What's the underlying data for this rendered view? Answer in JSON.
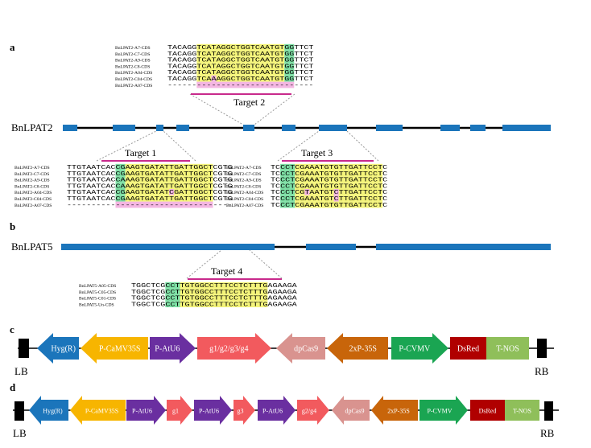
{
  "panels": {
    "a": "a",
    "b": "b",
    "c": "c",
    "d": "d"
  },
  "genes": {
    "lpat2": "BnLPAT2",
    "lpat5": "BnLPAT5"
  },
  "targets": {
    "t1": "Target 1",
    "t2": "Target 2",
    "t3": "Target 3",
    "t4": "Target 4"
  },
  "colors": {
    "exon": "#1b75bb",
    "highlight": "#f4f47a",
    "pam": "#7ddfa4",
    "mutation": "#f4b6e2",
    "target_line": "#c82a8c",
    "hyg": "#1b75bb",
    "camv": "#f7b500",
    "atu6": "#6a2fa0",
    "grna": "#f25a5e",
    "dpcas9": "#d9938f",
    "p35s": "#c8650a",
    "cvmv": "#1aa552",
    "dsred": "#b00000",
    "tnos": "#8fbf5a",
    "border": "#000000"
  },
  "alignments": {
    "target2": {
      "rows": [
        {
          "label": "BnLPAT2-A7-CDS",
          "seq": "TACAGGTCATAGGCTGGTCAATGTGGTTCT"
        },
        {
          "label": "BnLPAT2-C7-CDS",
          "seq": "TACAGGTCATAGGCTGGTCAATGTGGTTCT"
        },
        {
          "label": "BnLPAT2-A9-CDS",
          "seq": "TACAGGTCATAGGCTGGTCAATGTGGTTCT"
        },
        {
          "label": "BnLPAT2-C8-CDS",
          "seq": "TACAGGTCATAGGCTGGTCAATGTGGTTCT"
        },
        {
          "label": "BnLPAT2-A04-CDS",
          "seq": "TACAGGTCATAGGCTGGTCAATGTGGTTCT"
        },
        {
          "label": "BnLPAT2-C04-CDS",
          "seq": "TACAGGTCAAAGGCTGGTCAATGTGGTTCT"
        },
        {
          "label": "BnLPAT2-A07-CDS",
          "seq": "------------------------------"
        }
      ]
    },
    "target1": {
      "rows": [
        {
          "label": "BnLPAT2-A7-CDS",
          "seq": "TTGTAATCACCGAAGTGATATTGATTGGCTCGTG"
        },
        {
          "label": "BnLPAT2-C7-CDS",
          "seq": "TTGTAATCACCGAAGTGATATTGATTGGCTCGTG"
        },
        {
          "label": "BnLPAT2-A9-CDS",
          "seq": "TTGTAATCACCAAAGTGATATTGATTGGCTCGTG"
        },
        {
          "label": "BnLPAT2-C8-CDS",
          "seq": "TTGTAATCACCAAAGTGATATTGATTGGCTCGTG"
        },
        {
          "label": "BnLPAT2-A04-CDS",
          "seq": "TTGTAATCACCGAAGTGATATCGATTGGCTCGTG"
        },
        {
          "label": "BnLPAT2-C04-CDS",
          "seq": "TTGTAATCACCGAAGTGATATTGATTGGCTCGTG"
        },
        {
          "label": "BnLPAT2-A07-CDS",
          "seq": "----------------------------------"
        }
      ]
    },
    "target3": {
      "rows": [
        {
          "label": "BnLPAT2-A7-CDS",
          "seq": "TCCCTCGAAATGTGTTGATTCCTC"
        },
        {
          "label": "BnLPAT2-C7-CDS",
          "seq": "TCCCTCGAAATGTGTTGATTCCTC"
        },
        {
          "label": "BnLPAT2-A9-CDS",
          "seq": "TCCCTCGAAATGTGTTGATTCCTC"
        },
        {
          "label": "BnLPAT2-C8-CDS",
          "seq": "TCCCTCGAAATGTGTTGATTCCTC"
        },
        {
          "label": "BnLPAT2-A04-CDS",
          "seq": "TCCCTCGTAATGTCTTGATTCCTC"
        },
        {
          "label": "BnLPAT2-C04-CDS",
          "seq": "TCCCTCGAAATGTCTTGATTCCTC"
        },
        {
          "label": "BnLPAT2-A07-CDS",
          "seq": "TCCCTCGAAATGTGTTGATTCCTC"
        }
      ]
    },
    "target4": {
      "rows": [
        {
          "label": "BnLPAT5-A05-CDS",
          "seq": "TGGCTCGCCTTGTGGCCTTTCCTCTTTGAGAAGA"
        },
        {
          "label": "BnLPAT5-C05-CDS",
          "seq": "TGGCTCGCCTTGTGGCCTTTCCTCTTTGAGAAGA"
        },
        {
          "label": "BnLPAT5-C01-CDS",
          "seq": "TGGCTCGCCTTGTGGCCTTTCCTCTTTGAGAAGA"
        },
        {
          "label": "BnLPAT5-Un-CDS",
          "seq": "TGGCTCGCCTTGTGGCCTTTCCTCTTTGAGAAGA"
        }
      ]
    }
  },
  "construct_c": {
    "lb": "LB",
    "rb": "RB",
    "elements": [
      {
        "name": "Hyg(R)",
        "color": "hyg"
      },
      {
        "name": "P-CaMV35S",
        "color": "camv"
      },
      {
        "name": "P-AtU6",
        "color": "atu6"
      },
      {
        "name": "g1/g2/g3/g4",
        "color": "grna"
      },
      {
        "name": "dpCas9",
        "color": "dpcas9"
      },
      {
        "name": "2xP-35S",
        "color": "p35s"
      },
      {
        "name": "P-CVMV",
        "color": "cvmv"
      },
      {
        "name": "DsRed",
        "color": "dsred"
      },
      {
        "name": "T-NOS",
        "color": "tnos"
      }
    ]
  },
  "construct_d": {
    "lb": "LB",
    "rb": "RB",
    "elements": [
      {
        "name": "Hyg(R)",
        "color": "hyg"
      },
      {
        "name": "P-CaMV35S",
        "color": "camv"
      },
      {
        "name": "P-AtU6",
        "color": "atu6"
      },
      {
        "name": "g1",
        "color": "grna"
      },
      {
        "name": "P-AtU6",
        "color": "atu6"
      },
      {
        "name": "g3",
        "color": "grna"
      },
      {
        "name": "P-AtU6",
        "color": "atu6"
      },
      {
        "name": "g2/g4",
        "color": "grna"
      },
      {
        "name": "dpCas9",
        "color": "dpcas9"
      },
      {
        "name": "2xP-35S",
        "color": "p35s"
      },
      {
        "name": "P-CVMV",
        "color": "cvmv"
      },
      {
        "name": "DsRed",
        "color": "dsred"
      },
      {
        "name": "T-NOS",
        "color": "tnos"
      }
    ]
  }
}
